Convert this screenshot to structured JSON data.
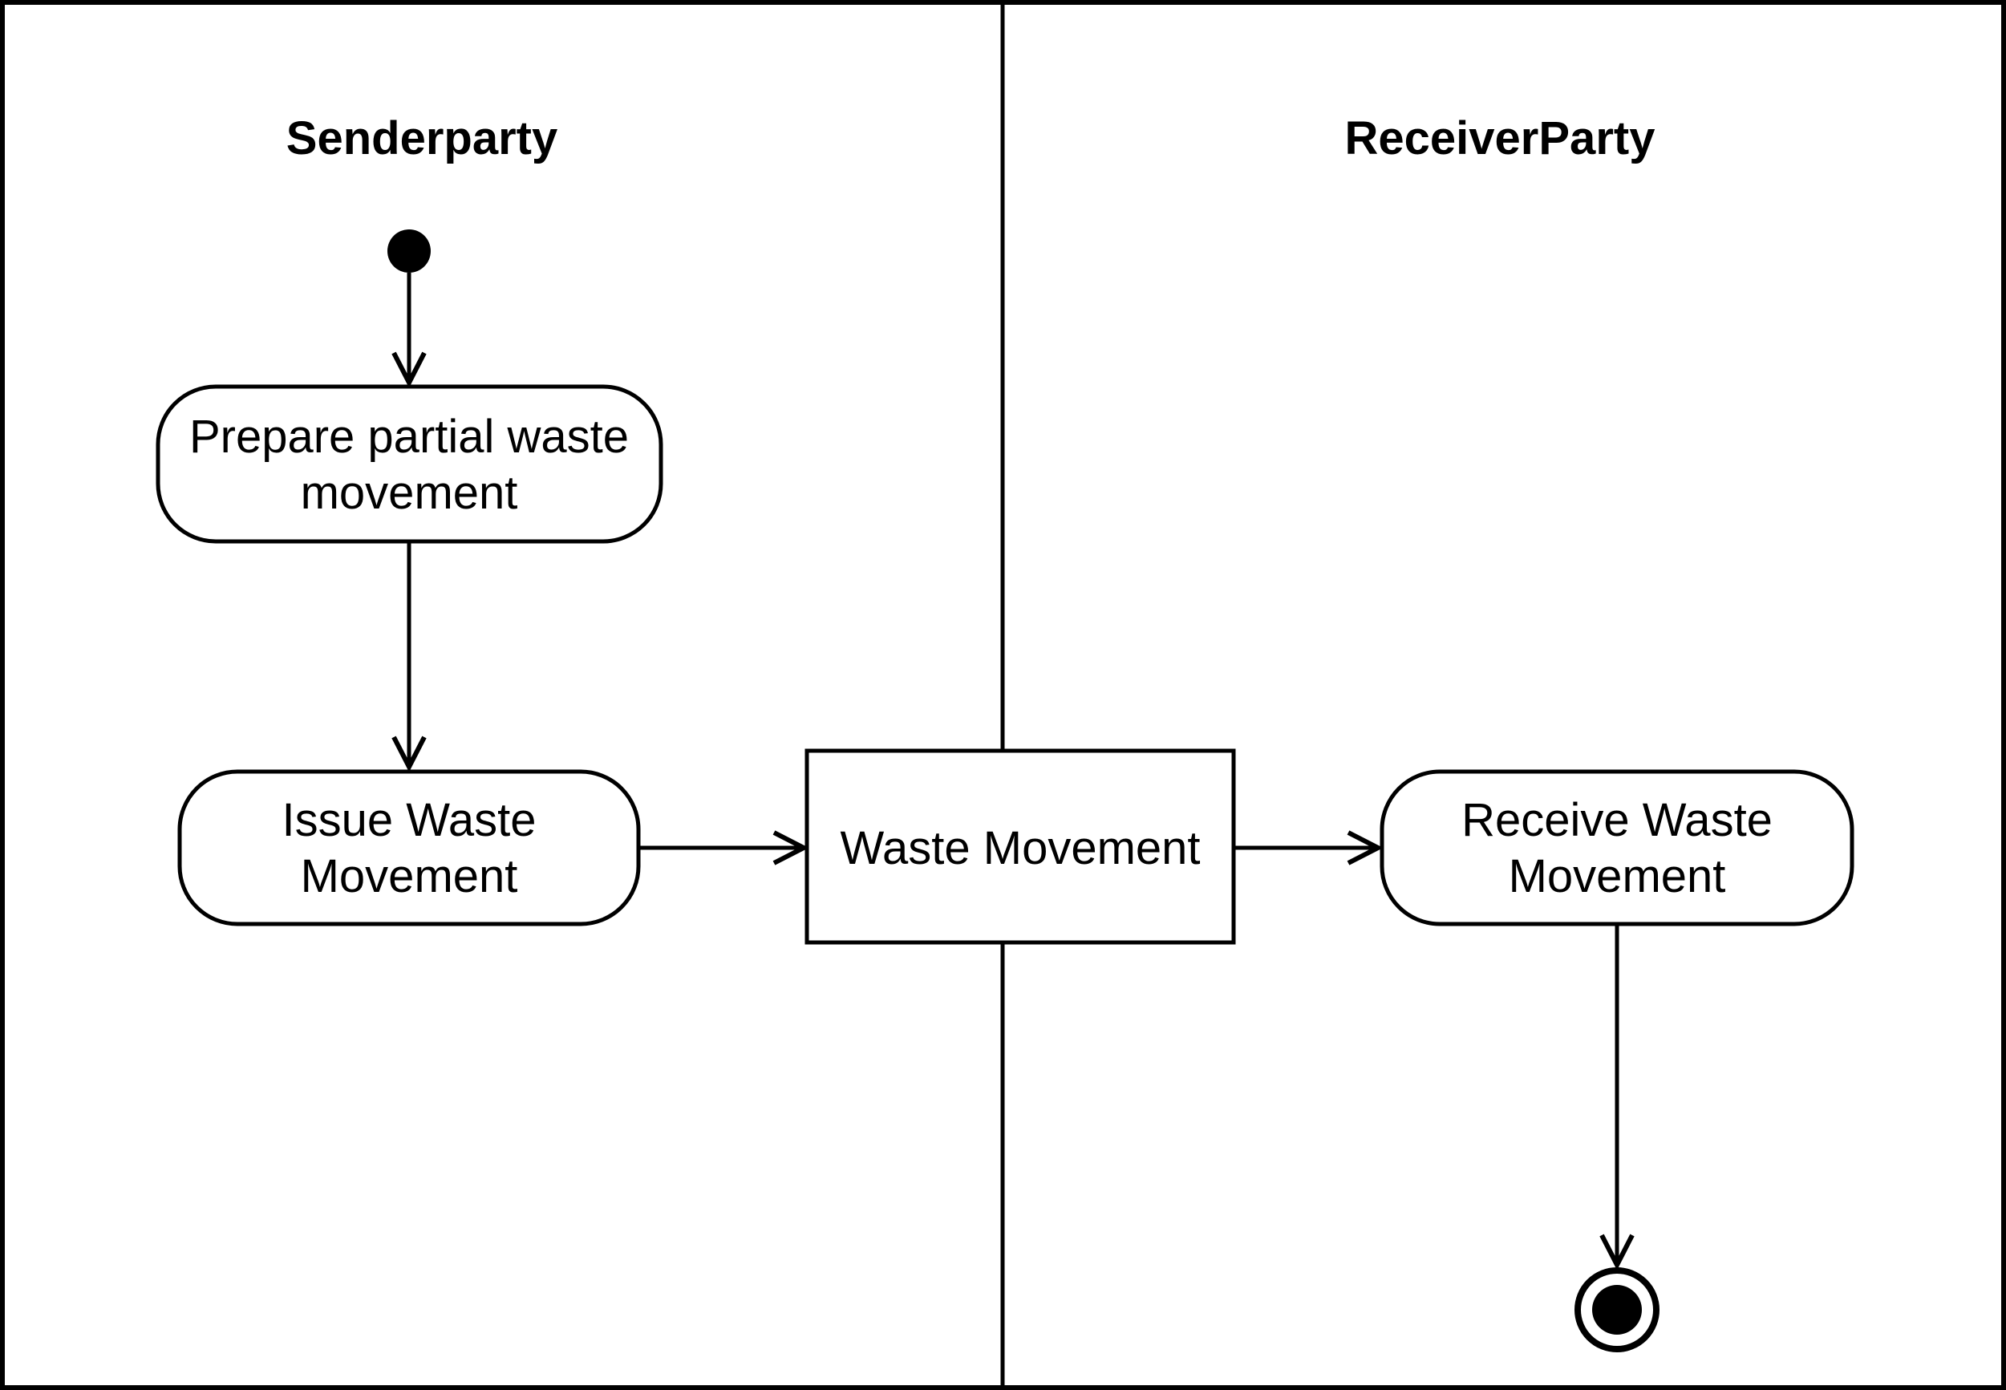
{
  "diagram": {
    "type": "uml-activity-diagram",
    "colors": {
      "stroke": "#000000",
      "background": "#ffffff",
      "text": "#000000"
    },
    "lanes": [
      {
        "title": "Senderparty"
      },
      {
        "title": "ReceiverParty"
      }
    ],
    "nodes": {
      "initial": {
        "kind": "initial-node",
        "lane": "Senderparty"
      },
      "prepare": {
        "kind": "activity",
        "lane": "Senderparty",
        "label": "Prepare partial waste movement",
        "line1": "Prepare partial waste",
        "line2": "movement"
      },
      "issue": {
        "kind": "activity",
        "lane": "Senderparty",
        "label": "Issue Waste Movement",
        "line1": "Issue Waste",
        "line2": "Movement"
      },
      "waste_movement": {
        "kind": "object-node",
        "lane": "both",
        "label": "Waste Movement"
      },
      "receive": {
        "kind": "activity",
        "lane": "ReceiverParty",
        "label": "Receive Waste Movement",
        "line1": "Receive Waste",
        "line2": "Movement"
      },
      "final": {
        "kind": "final-node",
        "lane": "ReceiverParty"
      }
    },
    "edges": [
      {
        "from": "initial",
        "to": "prepare"
      },
      {
        "from": "prepare",
        "to": "issue"
      },
      {
        "from": "issue",
        "to": "waste_movement"
      },
      {
        "from": "waste_movement",
        "to": "receive"
      },
      {
        "from": "receive",
        "to": "final"
      }
    ]
  }
}
